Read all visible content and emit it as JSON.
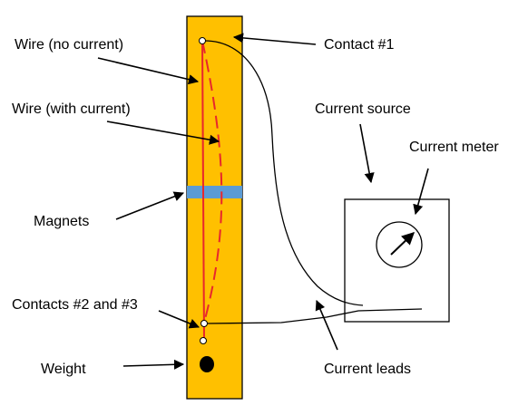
{
  "labels": {
    "wire_no_current": "Wire (no current)",
    "wire_with_current": "Wire (with current)",
    "magnets": "Magnets",
    "contacts_2_3": "Contacts #2 and #3",
    "weight": "Weight",
    "contact_1": "Contact #1",
    "current_source": "Current source",
    "current_meter": "Current meter",
    "current_leads": "Current leads"
  },
  "colors": {
    "board": "#FFC000",
    "magnet": "#5B9BD5",
    "wire": "#E8272C",
    "outline": "#000000"
  }
}
